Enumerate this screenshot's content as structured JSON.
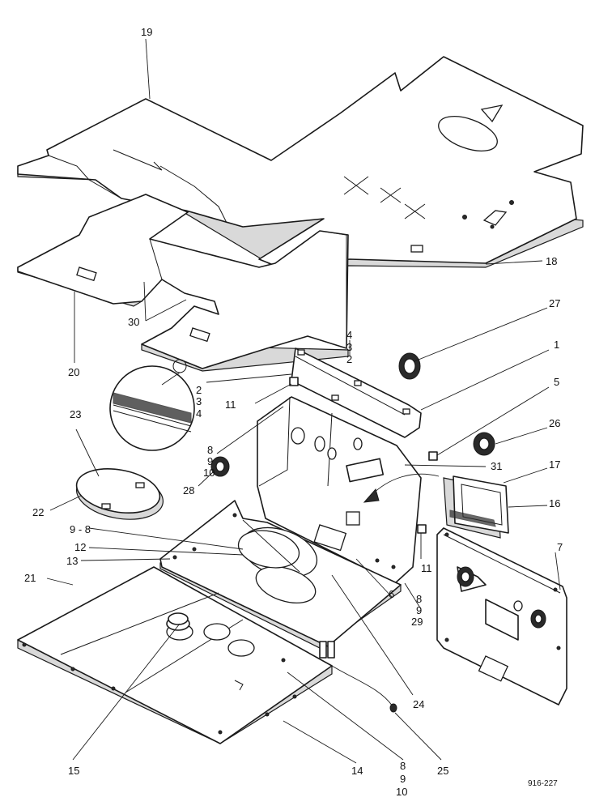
{
  "figure_code": "916-227",
  "labels": {
    "l19": "19",
    "l18": "18",
    "l27": "27",
    "l1": "1",
    "l5": "5",
    "l26": "26",
    "l17": "17",
    "l16": "16",
    "l7": "7",
    "l30": "30",
    "l20": "20",
    "l4a": "4",
    "l3a": "3",
    "l2a": "2",
    "l2b": "2",
    "l3b": "3",
    "l4b": "4",
    "l11a": "11",
    "l23": "23",
    "l8a": "8",
    "l9a": "9",
    "l10a": "10",
    "l28": "28",
    "l31": "31",
    "l22": "22",
    "l98": "9 - 8",
    "l12": "12",
    "l13": "13",
    "l11b": "11",
    "l21": "21",
    "l6": "6",
    "l8b": "8",
    "l9b": "9",
    "l29": "29",
    "l24": "24",
    "l15": "15",
    "l14": "14",
    "l8c": "8",
    "l9c": "9",
    "l10c": "10",
    "l25": "25"
  }
}
